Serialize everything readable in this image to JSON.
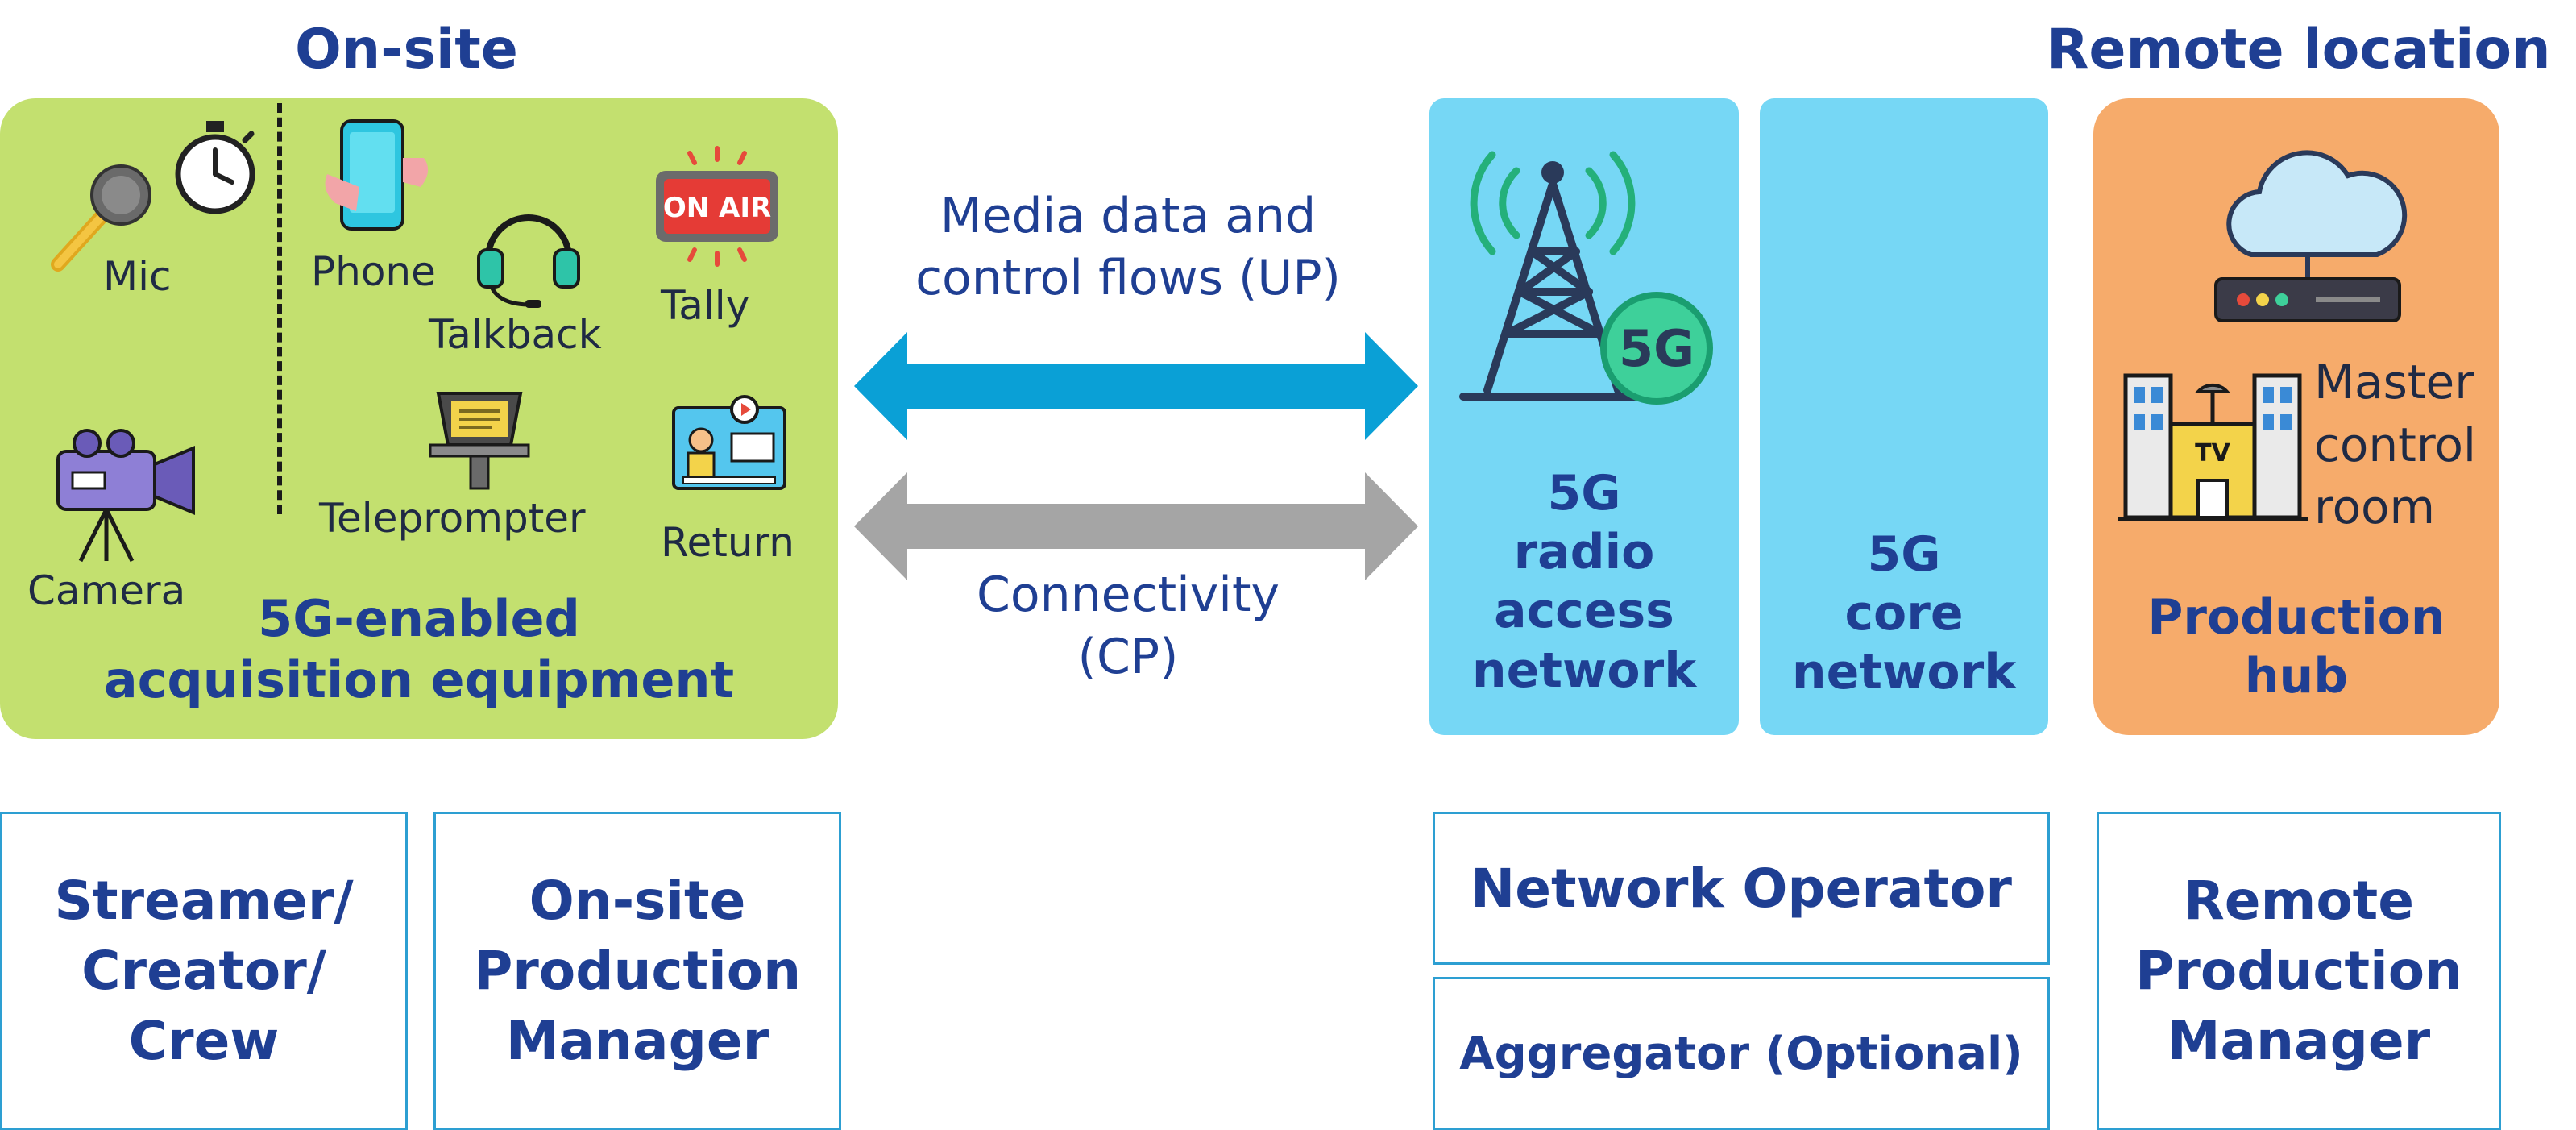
{
  "headings": {
    "onsite": "On-site",
    "remote": "Remote location"
  },
  "equipment": {
    "mic": "Mic",
    "phone": "Phone",
    "talkback": "Talkback",
    "tally": "Tally",
    "on_air_sign": "ON AIR",
    "camera": "Camera",
    "teleprompter": "Teleprompter",
    "return": "Return",
    "title_line1": "5G-enabled",
    "title_line2": "acquisition equipment"
  },
  "flows": {
    "up_line1": "Media data and",
    "up_line2": "control flows (UP)",
    "cp_line1": "Connectivity",
    "cp_line2": "(CP)"
  },
  "ran": {
    "badge": "5G",
    "line1": "5G",
    "line2": "radio",
    "line3": "access",
    "line4": "network"
  },
  "core": {
    "line1": "5G",
    "line2": "core",
    "line3": "network"
  },
  "hub": {
    "mcr_line1": "Master",
    "mcr_line2": "control",
    "mcr_line3": "room",
    "tv_sign": "TV",
    "line1": "Production",
    "line2": "hub"
  },
  "roles": {
    "streamer": [
      "Streamer/",
      "Creator/",
      "Crew"
    ],
    "onsite_manager": [
      "On-site",
      "Production",
      "Manager"
    ],
    "network_operator": "Network Operator",
    "aggregator": "Aggregator (Optional)",
    "remote_manager": [
      "Remote",
      "Production",
      "Manager"
    ]
  },
  "colors": {
    "heading": "#1f3f93",
    "onsite_panel": "#c3e06f",
    "network_panel": "#76d7f5",
    "hub_panel": "#f6ab6b",
    "up_arrow": "#0aa0d6",
    "cp_arrow": "#a5a5a5",
    "role_border": "#2d9fd2"
  },
  "icons": [
    "microphone-icon",
    "stopwatch-icon",
    "smartphone-icon",
    "headset-icon",
    "on-air-sign-icon",
    "video-camera-icon",
    "teleprompter-icon",
    "return-monitor-icon",
    "cell-tower-icon",
    "cloud-server-icon",
    "tv-station-icon"
  ]
}
